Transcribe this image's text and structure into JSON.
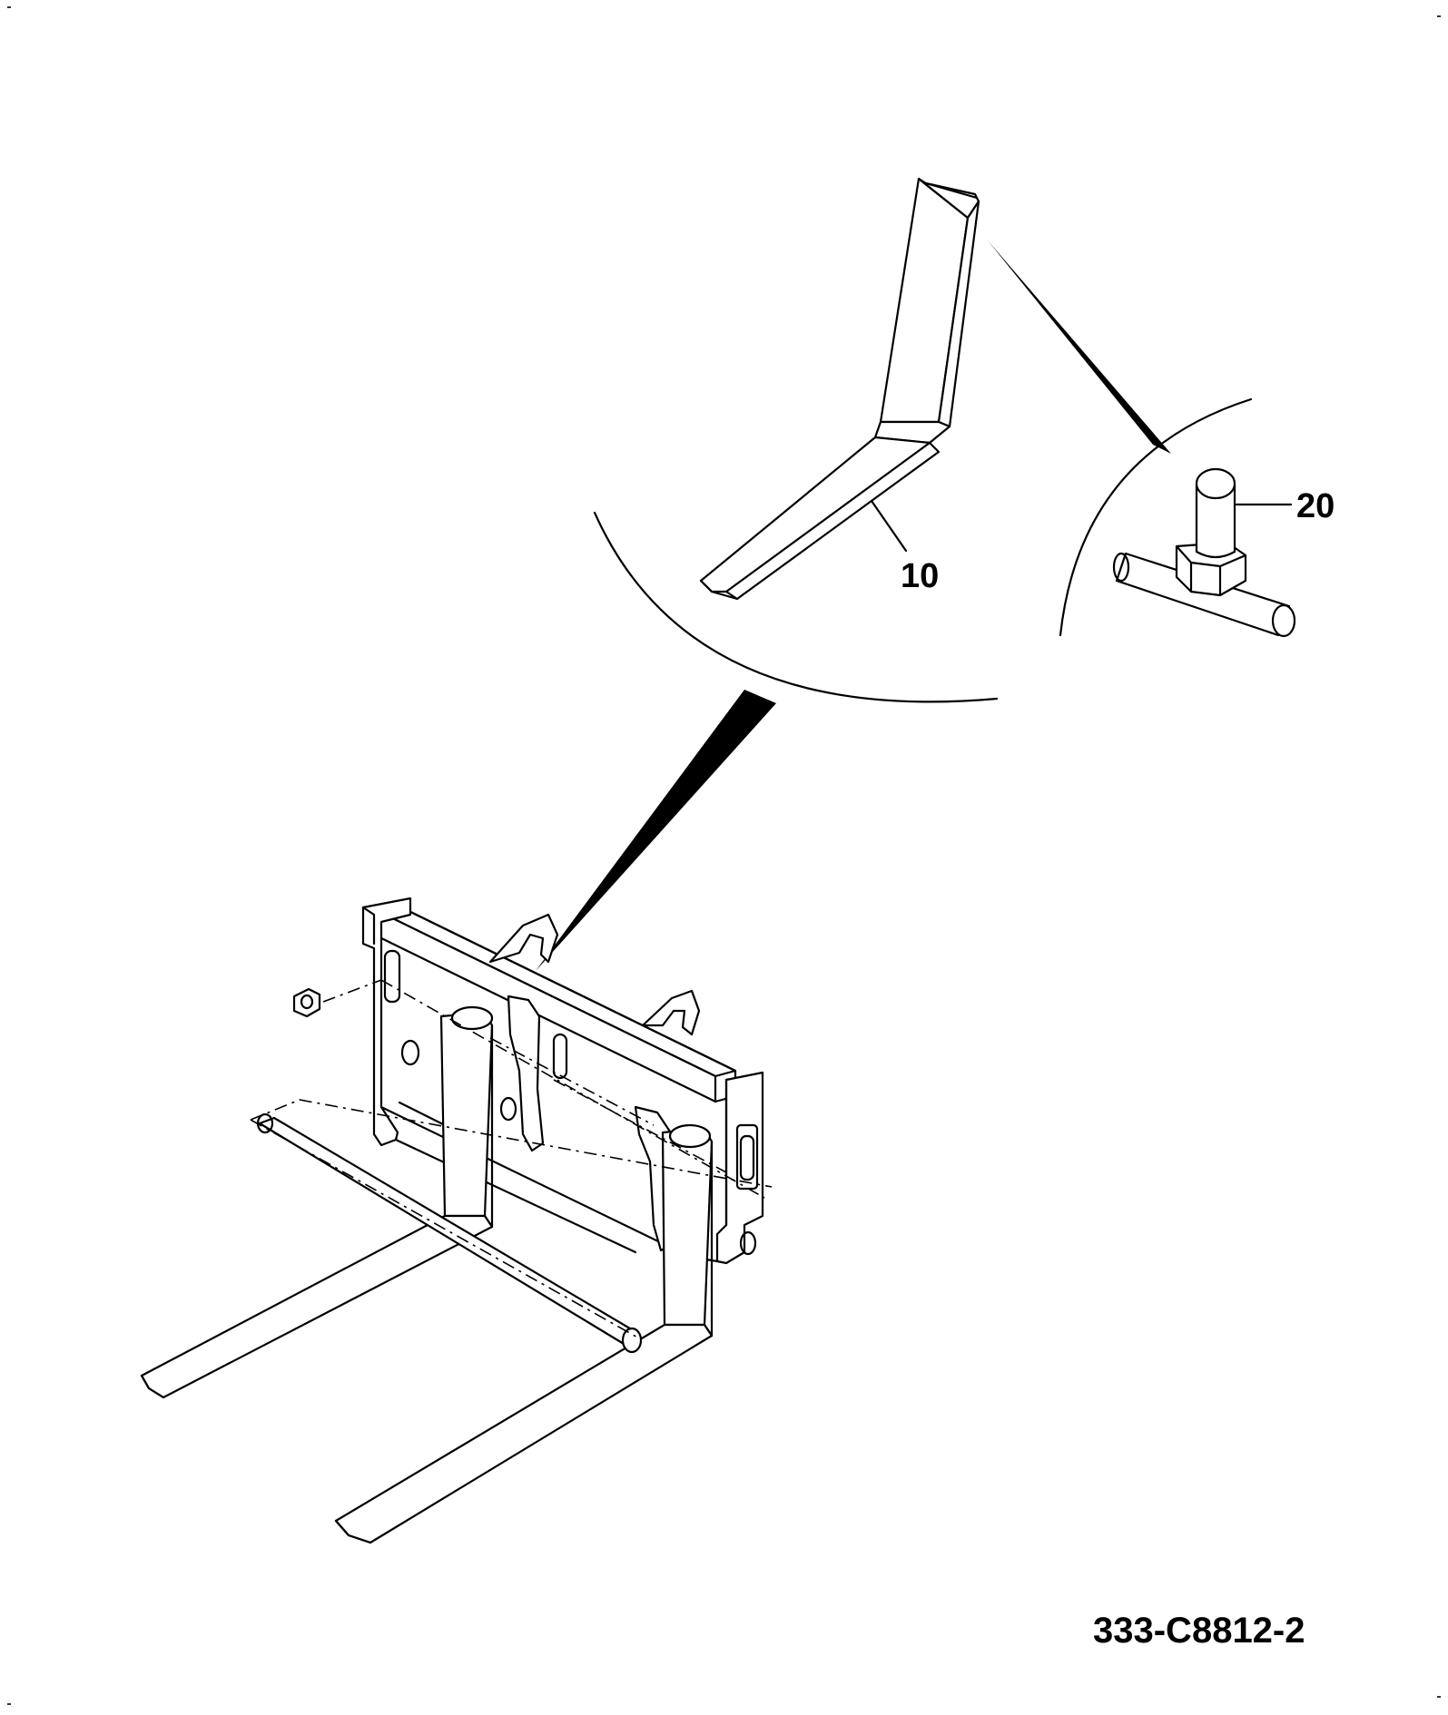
{
  "callouts": {
    "fork": "10",
    "pin": "20"
  },
  "drawing_number": "333-C8812-2"
}
